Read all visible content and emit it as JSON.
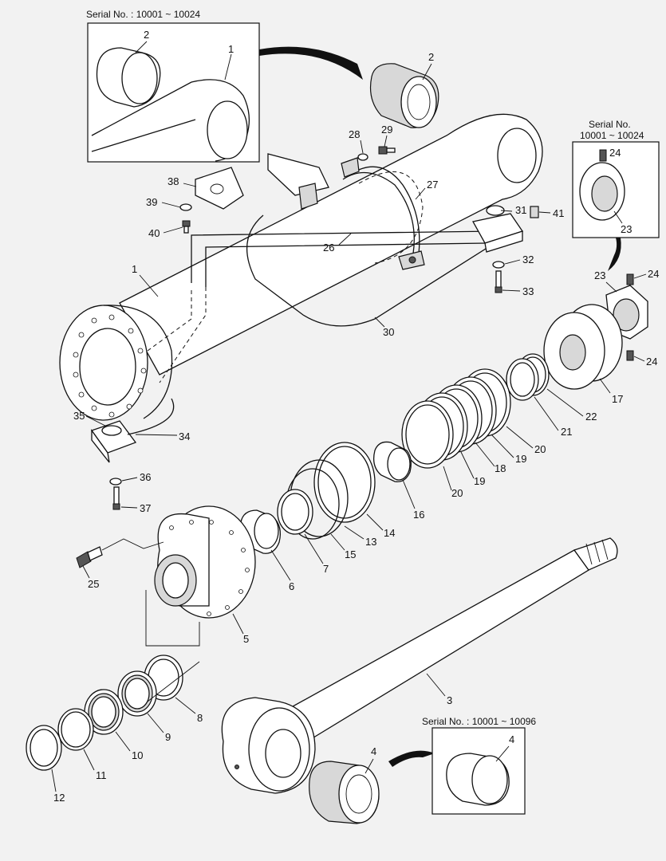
{
  "insets": {
    "top_left": "Serial No. : 10001 ~ 10024",
    "right_line1": "Serial No.",
    "right_line2": "10001 ~ 10024",
    "bottom_right": "Serial No. : 10001 ~ 10096"
  },
  "callouts": [
    {
      "id": "c2a",
      "text": "2"
    },
    {
      "id": "c1a",
      "text": "1"
    },
    {
      "id": "c2b",
      "text": "2"
    },
    {
      "id": "c28",
      "text": "28"
    },
    {
      "id": "c29",
      "text": "29"
    },
    {
      "id": "c27",
      "text": "27"
    },
    {
      "id": "c38",
      "text": "38"
    },
    {
      "id": "c39",
      "text": "39"
    },
    {
      "id": "c40",
      "text": "40"
    },
    {
      "id": "c31",
      "text": "31"
    },
    {
      "id": "c41",
      "text": "41"
    },
    {
      "id": "c26",
      "text": "26"
    },
    {
      "id": "c32",
      "text": "32"
    },
    {
      "id": "c33",
      "text": "33"
    },
    {
      "id": "c1b",
      "text": "1"
    },
    {
      "id": "c30",
      "text": "30"
    },
    {
      "id": "c24a",
      "text": "24"
    },
    {
      "id": "c23a",
      "text": "23"
    },
    {
      "id": "c23b",
      "text": "23"
    },
    {
      "id": "c24b",
      "text": "24"
    },
    {
      "id": "c24c",
      "text": "24"
    },
    {
      "id": "c17",
      "text": "17"
    },
    {
      "id": "c22",
      "text": "22"
    },
    {
      "id": "c21",
      "text": "21"
    },
    {
      "id": "c20a",
      "text": "20"
    },
    {
      "id": "c19a",
      "text": "19"
    },
    {
      "id": "c18",
      "text": "18"
    },
    {
      "id": "c19b",
      "text": "19"
    },
    {
      "id": "c20b",
      "text": "20"
    },
    {
      "id": "c35",
      "text": "35"
    },
    {
      "id": "c34",
      "text": "34"
    },
    {
      "id": "c36",
      "text": "36"
    },
    {
      "id": "c37",
      "text": "37"
    },
    {
      "id": "c16",
      "text": "16"
    },
    {
      "id": "c14",
      "text": "14"
    },
    {
      "id": "c13",
      "text": "13"
    },
    {
      "id": "c15",
      "text": "15"
    },
    {
      "id": "c7",
      "text": "7"
    },
    {
      "id": "c6",
      "text": "6"
    },
    {
      "id": "c25",
      "text": "25"
    },
    {
      "id": "c5",
      "text": "5"
    },
    {
      "id": "c3",
      "text": "3"
    },
    {
      "id": "c8",
      "text": "8"
    },
    {
      "id": "c9",
      "text": "9"
    },
    {
      "id": "c10",
      "text": "10"
    },
    {
      "id": "c11",
      "text": "11"
    },
    {
      "id": "c12",
      "text": "12"
    },
    {
      "id": "c4a",
      "text": "4"
    },
    {
      "id": "c4b",
      "text": "4"
    }
  ]
}
